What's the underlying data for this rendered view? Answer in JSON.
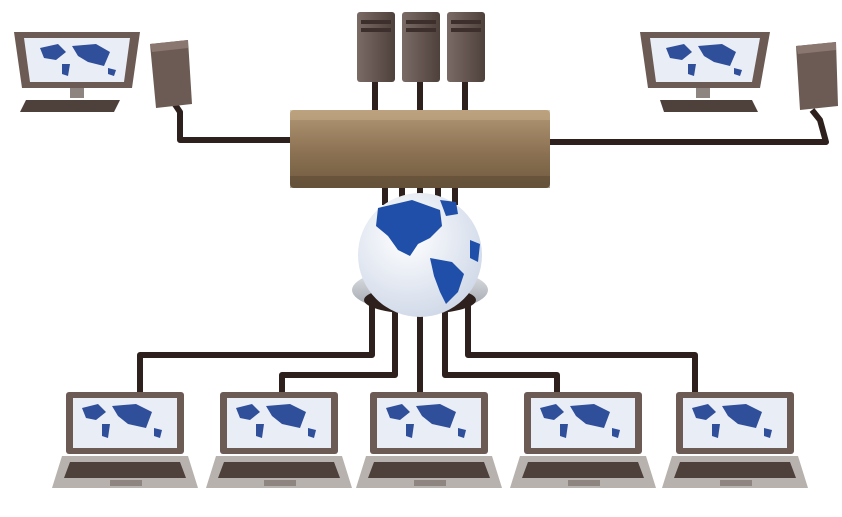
{
  "diagram": {
    "type": "network-topology",
    "hub": {
      "icon": "network-switch-icon"
    },
    "internet": {
      "icon": "globe-icon"
    },
    "servers": [
      {
        "icon": "server-tower-icon"
      },
      {
        "icon": "server-tower-icon"
      },
      {
        "icon": "server-tower-icon"
      }
    ],
    "desktops": [
      {
        "icon": "desktop-computer-icon",
        "side": "left"
      },
      {
        "icon": "desktop-computer-icon",
        "side": "right"
      }
    ],
    "laptops": [
      {
        "icon": "laptop-icon"
      },
      {
        "icon": "laptop-icon"
      },
      {
        "icon": "laptop-icon"
      },
      {
        "icon": "laptop-icon"
      },
      {
        "icon": "laptop-icon"
      }
    ],
    "colors": {
      "cable": "#2e211d",
      "hub": "#9a7d5c",
      "hub_dark": "#6f5a3f",
      "device_body": "#6c5a54",
      "device_dark": "#3d302c",
      "screen_bg": "#e9edf5",
      "map_land": "#2f4f9a",
      "globe_ocean": "#f2f4f8",
      "globe_land": "#1f4fa8"
    }
  }
}
